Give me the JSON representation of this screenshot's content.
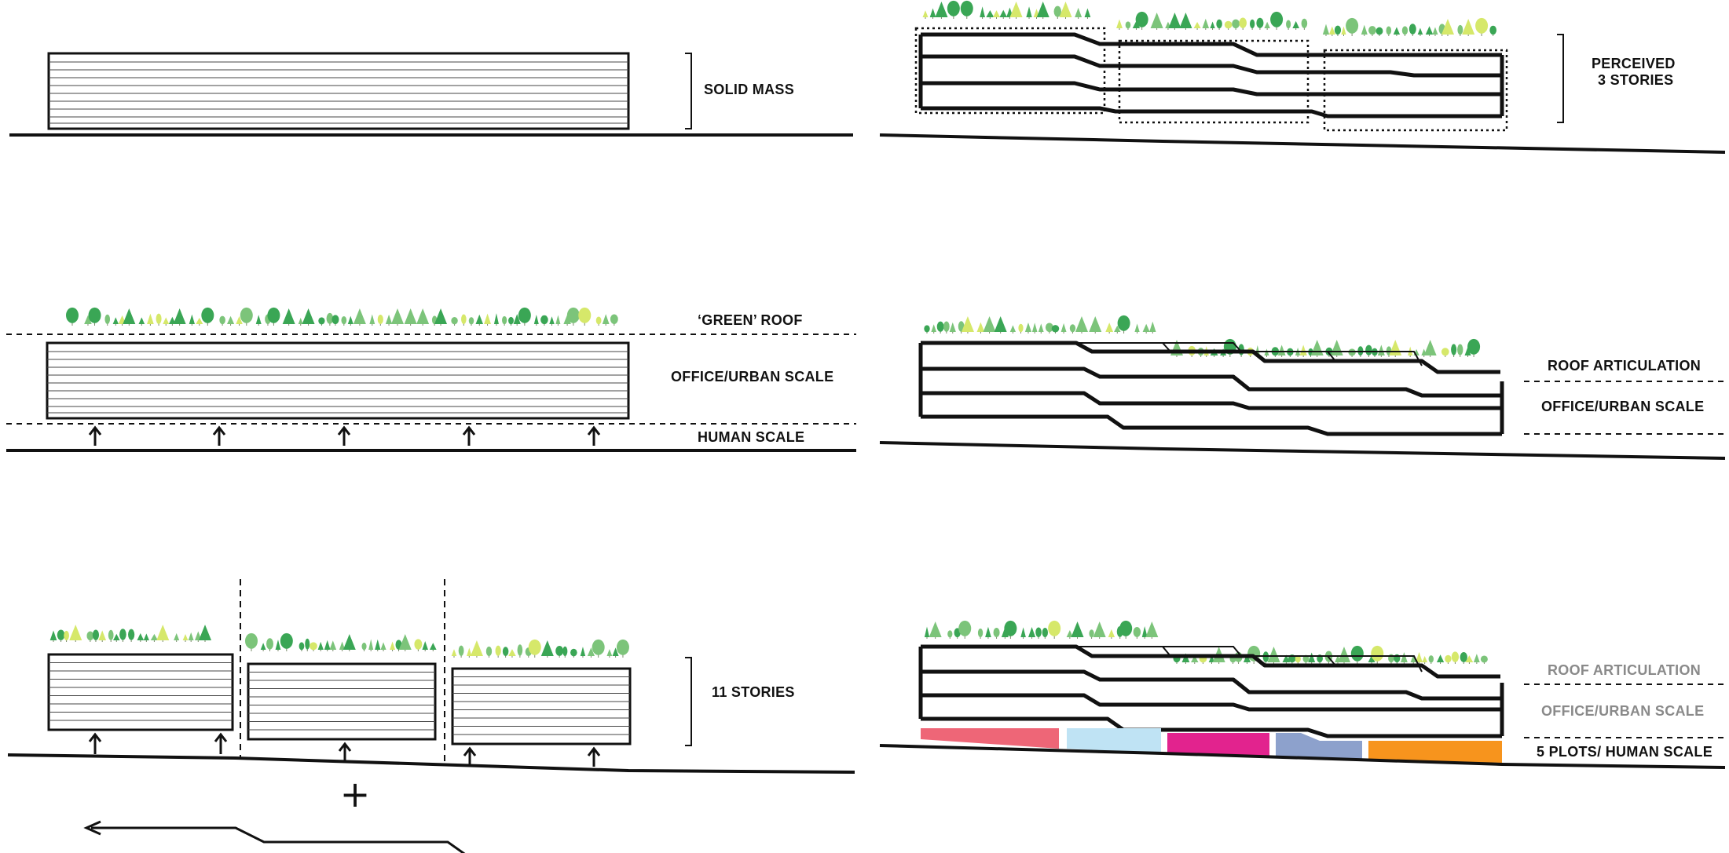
{
  "panels": {
    "solid_mass": {
      "label": "SOLID MASS"
    },
    "perceived": {
      "label_line1": "PERCEIVED",
      "label_line2": "3 STORIES"
    },
    "green_roof": {
      "roof_label": "‘GREEN’ ROOF",
      "office_label": "OFFICE/URBAN SCALE",
      "human_label": "HUMAN SCALE"
    },
    "roof_articulation": {
      "roof_label": "ROOF ARTICULATION",
      "office_label": "OFFICE/URBAN SCALE"
    },
    "eleven_stories": {
      "label": "11 STORIES",
      "plus_symbol": "+"
    },
    "five_plots": {
      "roof_label": "ROOF ARTICULATION",
      "office_label": "OFFICE/URBAN SCALE",
      "plots_label": "5 PLOTS/ HUMAN SCALE"
    }
  },
  "colors": {
    "line": "#111111",
    "tree_dark": "#3aa655",
    "tree_mid": "#7cc47a",
    "tree_light": "#d6e86a",
    "plot_1": "#ee6677",
    "plot_2": "#bfe3f4",
    "plot_3": "#e2238e",
    "plot_4": "#8da1cc",
    "plot_5": "#f7941d"
  }
}
